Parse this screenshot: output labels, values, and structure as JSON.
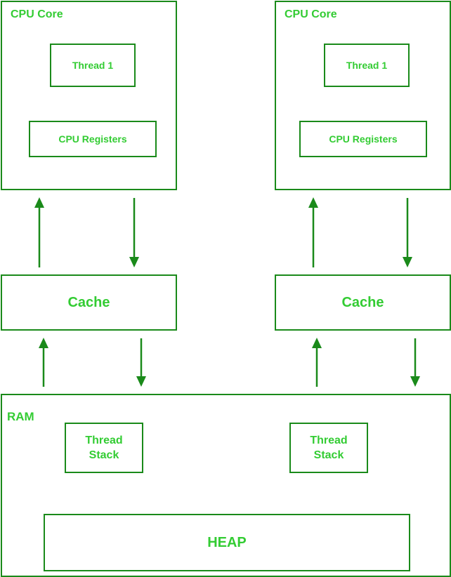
{
  "cores": [
    {
      "title": "CPU Core",
      "thread": "Thread 1",
      "registers": "CPU Registers",
      "cache": "Cache"
    },
    {
      "title": "CPU Core",
      "thread": "Thread 1",
      "registers": "CPU Registers",
      "cache": "Cache"
    }
  ],
  "ram": {
    "title": "RAM",
    "thread_stacks": [
      "Thread\nStack",
      "Thread\nStack"
    ],
    "heap": "HEAP"
  },
  "colors": {
    "text": "#33cc33",
    "stroke": "#1a8a1a"
  }
}
